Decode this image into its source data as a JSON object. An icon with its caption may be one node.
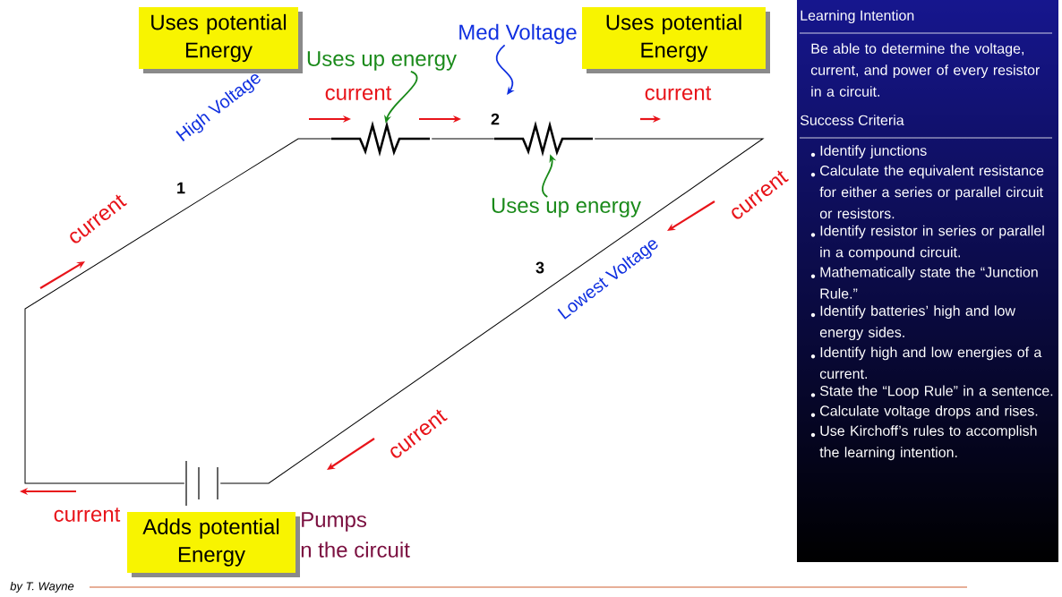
{
  "diagram": {
    "nodes": [
      {
        "text": [
          "Uses potential Energy"
        ]
      },
      {
        "text": [
          "Uses potential Energy"
        ]
      },
      {
        "text": [
          "Adds potential Energy"
        ]
      },
      {
        "text": [
          "Uses up energy"
        ]
      },
      {
        "text": [
          "Med Voltage"
        ]
      },
      {
        "text": [
          "Uses up energy"
        ]
      },
      {
        "text": [],
        "shape": "picture"
      },
      {
        "text": [],
        "shape": "picture"
      },
      {
        "text": [],
        "shape": "picture"
      },
      {
        "text": [
          "Learning Intention",
          "Be able to determine the voltage, current, and power of every resistor in a circuit.",
          "Success Criteria",
          "Identify junctions",
          "Calculate the equivalent resistance for either a series or parallel circuit or resistors.",
          "Identify resistor in series or parallel in a compound circuit.",
          "Mathematically state the “Junction Rule.”",
          "Identify batteries’ high and low energy sides.",
          "Identify high and low energies of a current.",
          "State the “Loop Rule” in a sentence.",
          "Calculate voltage drops and rises.",
          "Use Kirchoff’s rules to accomplish the learning intention."
        ]
      }
    ],
    "edges": [
      {
        "from": 3,
        "to": 6,
        "arrow": "to",
        "color": "#1a8a1a"
      },
      {
        "from": 5,
        "to": 7,
        "arrow": "to",
        "color": "#1a8a1a"
      },
      {
        "from": 4,
        "to": null,
        "arrow": "to",
        "color": "#1030e0"
      },
      {
        "from": 6,
        "to": 7,
        "arrow": "none"
      },
      {
        "from": 7,
        "to": 8,
        "arrow": "none"
      },
      {
        "from": 8,
        "to": 6,
        "arrow": "none"
      }
    ],
    "labels": [
      "High Voltage",
      "current",
      "2",
      "current",
      "1",
      "current",
      "current",
      "Lowest Voltage",
      "3",
      "current",
      "current",
      "Pumps",
      "n the circuit",
      "by T. Wayne"
    ]
  }
}
